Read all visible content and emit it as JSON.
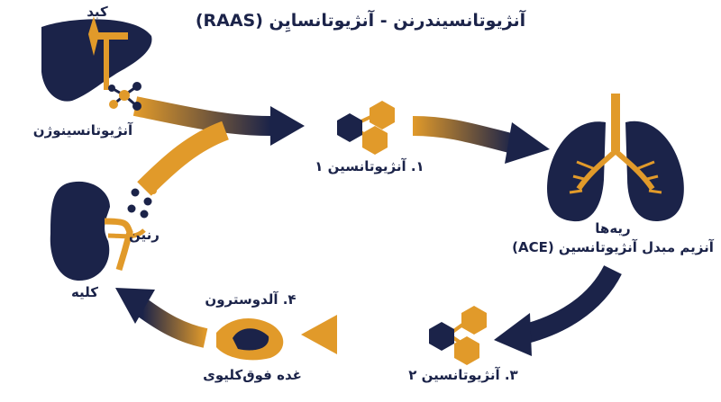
{
  "title": "آنژیوتانسیندرنن - آنژیوتانسایِن (RAAS)",
  "labels": {
    "liver": "کبد",
    "angiotensinogen": "آنژیوتانسینوژن",
    "renin": "رنین",
    "kidney": "کلیه",
    "angiotensin1": "۱. آنژیوتانسین ۱",
    "lungs": "ریه‌ها",
    "ace": "آنزیم مبدل آنژیوتانسین (ACE)",
    "angiotensin2": "۳. آنژیوتانسین ۲",
    "aldosterone": "۴. آلدوسترون",
    "adrenal": "غده فوق‌کلیوی"
  },
  "colors": {
    "navy": "#1b2349",
    "orange": "#e19a2a"
  }
}
